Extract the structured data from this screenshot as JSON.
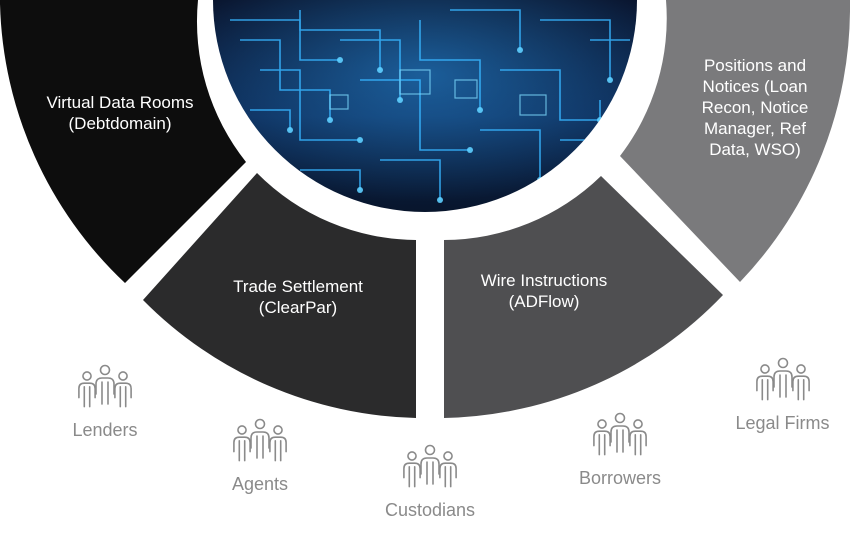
{
  "segments": [
    {
      "id": "virtual-data-rooms",
      "lines": [
        "Virtual Data Rooms",
        "(Debtdomain)"
      ],
      "color": "#0d0d0d"
    },
    {
      "id": "trade-settlement",
      "lines": [
        "Trade Settlement",
        "(ClearPar)"
      ],
      "color": "#2b2b2c"
    },
    {
      "id": "wire-instructions",
      "lines": [
        "Wire Instructions",
        "(ADFlow)"
      ],
      "color": "#4f4f51"
    },
    {
      "id": "positions-notices",
      "lines": [
        "Positions and",
        "Notices (Loan",
        "Recon, Notice",
        "Manager, Ref",
        "Data, WSO)"
      ],
      "color": "#7a7a7c"
    }
  ],
  "groups": [
    {
      "label": "Lenders",
      "icon": "people-group-icon"
    },
    {
      "label": "Agents",
      "icon": "people-group-icon"
    },
    {
      "label": "Custodians",
      "icon": "people-group-icon"
    },
    {
      "label": "Borrowers",
      "icon": "people-group-icon"
    },
    {
      "label": "Legal Firms",
      "icon": "people-group-icon"
    }
  ],
  "center_image": {
    "icon": "circuit-board-image"
  }
}
